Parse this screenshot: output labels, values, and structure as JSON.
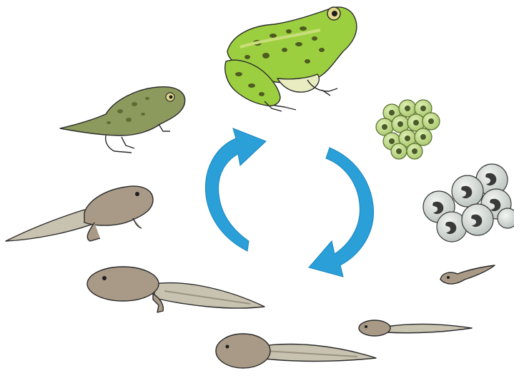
{
  "diagram": {
    "colors": {
      "arrow": "#2a9fd8",
      "arrow_dark": "#1b86c0",
      "frog_green": "#9ccf3f",
      "frog_spots": "#4e5a20",
      "froglet": "#8d9a5e",
      "tadpole_body": "#a89a86",
      "tail": "#c8c2b0",
      "egg_gel": "#c5dca0",
      "egg_core": "#4b5a2a",
      "outline": "#2b2b2b"
    },
    "stages": [
      {
        "id": "adult-frog",
        "icon": "adult-frog-icon"
      },
      {
        "id": "frogspawn-cluster",
        "icon": "frogspawn-icon"
      },
      {
        "id": "developing-eggs",
        "icon": "embryo-eggs-icon"
      },
      {
        "id": "hatchling",
        "icon": "hatchling-icon"
      },
      {
        "id": "young-tadpole",
        "icon": "young-tadpole-icon"
      },
      {
        "id": "tadpole",
        "icon": "tadpole-icon"
      },
      {
        "id": "tadpole-hind-legs",
        "icon": "tadpole-legs-icon"
      },
      {
        "id": "froglet-with-tail",
        "icon": "froglet-tail-icon"
      },
      {
        "id": "froglet",
        "icon": "froglet-icon"
      }
    ],
    "cycle_arrows": [
      "cycle-arrow-left-icon",
      "cycle-arrow-right-icon"
    ]
  }
}
